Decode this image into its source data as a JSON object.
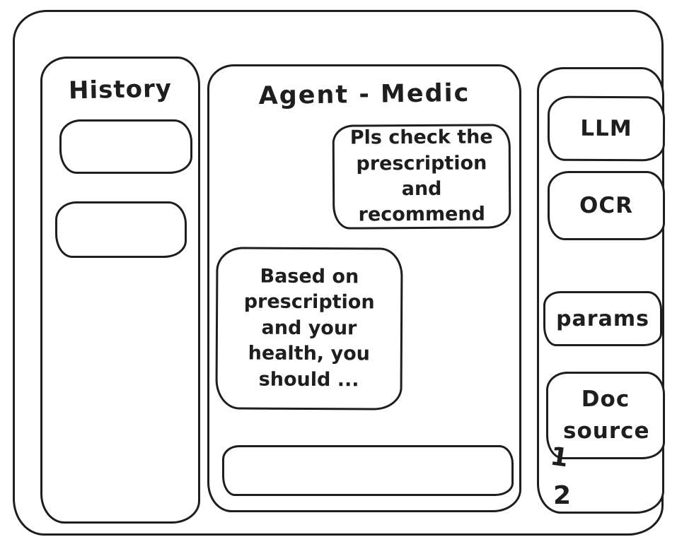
{
  "window": {
    "background": "#ffffff",
    "stroke_color": "#1e1e1e"
  },
  "history_panel": {
    "title": "History",
    "items": [
      {
        "label": ""
      },
      {
        "label": ""
      }
    ]
  },
  "chat_panel": {
    "title": "Agent - Medic",
    "messages": [
      {
        "role": "user",
        "text": "Pls check the\nprescription\nand recommend"
      },
      {
        "role": "agent",
        "text": "Based on\nprescription\nand your\nhealth, you\nshould ..."
      }
    ],
    "input_value": ""
  },
  "tools_panel": {
    "llm_label": "LLM",
    "ocr_label": "OCR",
    "params_label": "params",
    "doc_source_label": "Doc source",
    "doc_source_items": [
      "1",
      "2"
    ]
  }
}
